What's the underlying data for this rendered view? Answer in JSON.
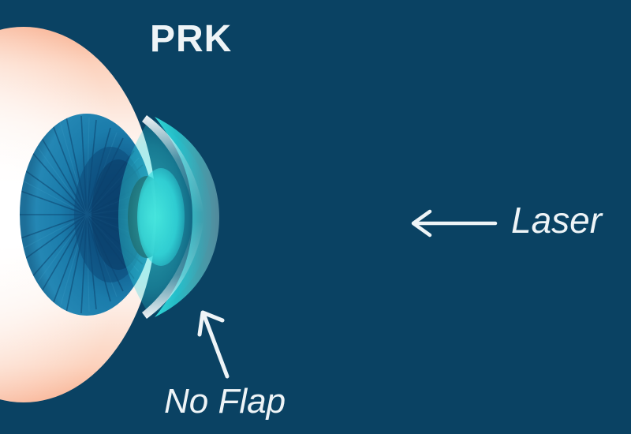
{
  "illustration": {
    "title": "PRK",
    "subject": "cross-section of human eye with laser beam, PRK refractive surgery diagram",
    "background_color": "#0a4263"
  },
  "labels": {
    "procedure": "PRK",
    "laser": "Laser",
    "no_flap": "No Flap"
  },
  "annotations": [
    {
      "name": "laser-arrow",
      "direction": "left",
      "points_to": "laser beam"
    },
    {
      "name": "no-flap-arrow",
      "direction": "up-left",
      "points_to": "corneal surface"
    }
  ],
  "anatomy": {
    "sclera": {
      "label": "sclera",
      "color": "#ffffff",
      "tint": "#fbc3a4"
    },
    "iris": {
      "label": "iris",
      "color": "#1a77a8",
      "inner_color": "#0d4f7e"
    },
    "pupil": {
      "label": "pupil",
      "color": "#0a1f2e"
    },
    "cornea": {
      "label": "cornea",
      "color": "#2fe0e0"
    },
    "lens": {
      "label": "lens",
      "color": "#35d6cf"
    }
  },
  "beam": {
    "label": "laser beam",
    "color_near": "#22d3e0",
    "color_far": "#0a4263",
    "direction": "right-to-left",
    "striations": true
  },
  "colors": {
    "background": "#0a4263",
    "text": "#eef4f7",
    "accent_cyan": "#2fe0e0",
    "iris_blue": "#1a77a8"
  }
}
